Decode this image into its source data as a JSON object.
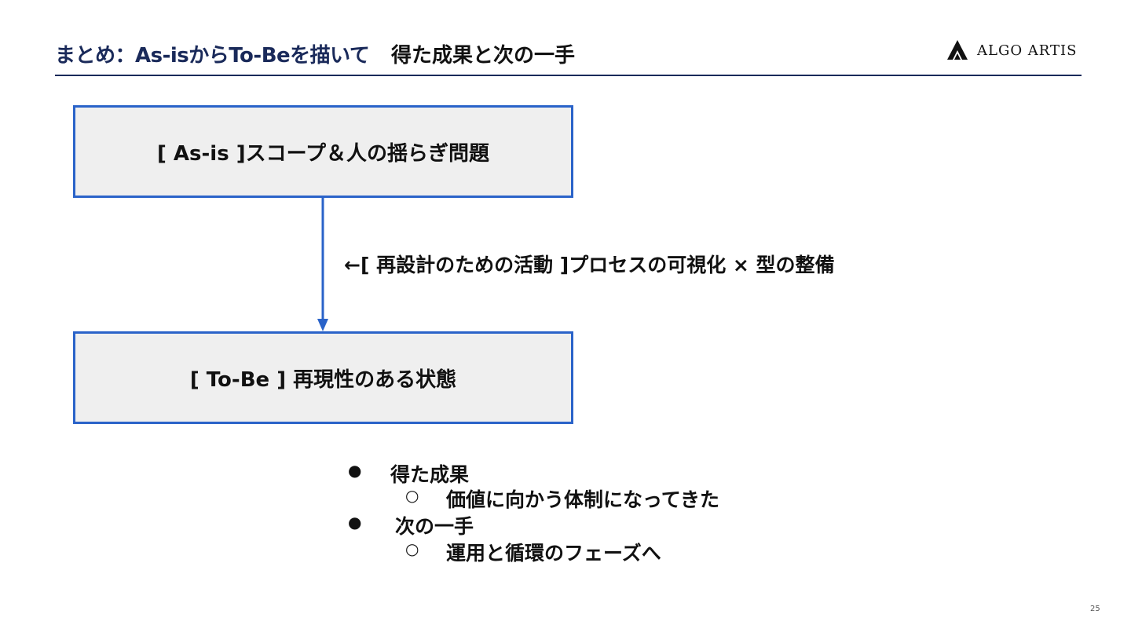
{
  "header": {
    "title_primary": "まとめ：As-isからTo-Beを描いて",
    "title_secondary": "得た成果と次の一手",
    "logo_text": "ALGO ARTIS",
    "rule_color": "#1a2a5a"
  },
  "diagram": {
    "as_is_box": "[ As-is ]スコープ＆人の揺らぎ問題",
    "to_be_box": "[ To-Be ] 再現性のある状態",
    "process_label": "←[ 再設計のための活動 ]プロセスの可視化 × 型の整備",
    "box_border_color": "#2a63c9",
    "box_fill_color": "#efefef"
  },
  "bullets": {
    "items": [
      {
        "marker": "●",
        "label": "得た成果",
        "sub_marker": "○",
        "sub_label": "価値に向かう体制になってきた"
      },
      {
        "marker": "●",
        "label": "次の一手",
        "sub_marker": "○",
        "sub_label": "運用と循環のフェーズへ"
      }
    ]
  },
  "footer": {
    "page_number": "25"
  }
}
